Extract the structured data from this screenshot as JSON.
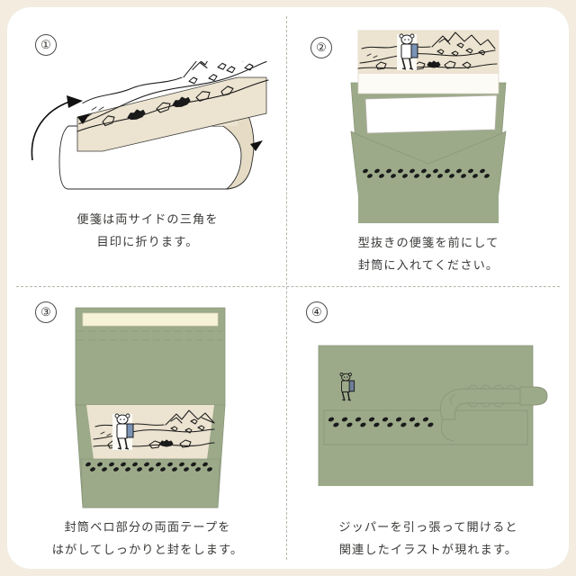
{
  "page": {
    "background_color": "#f3ecdf",
    "card_color": "#ffffff",
    "divider_color": "#b9b4ab",
    "envelope_green": "#9caa8a",
    "paper_cream": "#ece3d0",
    "paper_white": "#fdfbf6",
    "tape_cream": "#f7f3d8",
    "ink_color": "#1a1a1a",
    "text_color": "#3b3a38"
  },
  "panels": [
    {
      "number": "①",
      "name": "fold-letter-paper",
      "caption_lines": [
        "便箋は両サイドの三角を",
        "目印に折ります。"
      ]
    },
    {
      "number": "②",
      "name": "insert-into-envelope",
      "caption_lines": [
        "型抜きの便箋を前にして",
        "封筒に入れてください。"
      ]
    },
    {
      "number": "③",
      "name": "seal-envelope-flap",
      "caption_lines": [
        "封筒ベロ部分の両面テープを",
        "はがしてしっかりと封をします。"
      ]
    },
    {
      "number": "④",
      "name": "pull-zipper-open",
      "caption_lines": [
        "ジッパーを引っ張って開けると",
        "関連したイラストが現れます。"
      ]
    }
  ],
  "illustration": {
    "scene_name": "mountain-landscape-with-hiking-bear",
    "motifs": [
      "mountain-range",
      "trail-line",
      "rocks",
      "bushes",
      "bear-hiker",
      "footprints",
      "zipper-pull-tab"
    ]
  }
}
